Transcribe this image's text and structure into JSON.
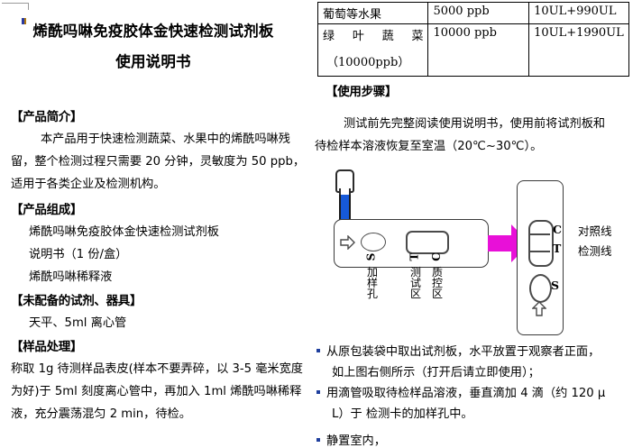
{
  "document": {
    "title_line1": "烯酰吗啉免疫胶体金快速检测试剂板",
    "title_line2": "使用说明书"
  },
  "left_column": {
    "sections": [
      {
        "heading": "【产品简介】"
      },
      {
        "heading": "【产品组成】"
      },
      {
        "heading": "【未配备的试剂、器具】"
      },
      {
        "heading": "【样品处理】"
      }
    ],
    "intro_lines": [
      "本产品用于快速检测蔬菜、水果中的烯酰吗啉残",
      "留，整个检测过程只需要 20 分钟，灵敏度为 50 ppb，",
      "适用于各类企业及检测机构。"
    ],
    "composition_items": [
      "烯酰吗啉免疫胶体金快速检测试剂板",
      "说明书（1 份/盒）",
      "烯酰吗啉稀释液"
    ],
    "unsupplied_items": [
      "天平、5ml 离心管"
    ],
    "sample_prep_lines": [
      "称取 1g 待测样品表皮(样本不要弄碎，以 3-5 毫米宽度",
      "为好)于 5ml 刻度离心管中，再加入 1ml 烯酰吗啉稀释",
      "液，充分震荡混匀 2 min，待检。"
    ]
  },
  "right_column": {
    "table": {
      "rows": [
        {
          "sample": "葡萄等水果",
          "sample_sub": "",
          "limit": "5000 ppb",
          "dilution": "10UL+990UL"
        },
        {
          "sample": "绿叶蔬菜",
          "sample_sub": "（10000ppb）",
          "limit": "10000 ppb",
          "dilution": "10UL+1990UL"
        }
      ]
    },
    "steps_heading": "【使用步骤】",
    "steps_intro": [
      "测试前先完整阅读使用说明书，使用前将试剂板和",
      "待检样本溶液恢复至室温（20℃~30℃）。"
    ],
    "bullets": [
      {
        "line1": "从原包装袋中取出试剂板，水平放置于观察者正面，",
        "line2": "如上图右侧所示（打开后请立即使用）；"
      },
      {
        "line1": "用滴管吸取待检样品溶液，垂直滴加 4 滴（约 120 μ",
        "line2": "L）于 检测卡的加样孔中。"
      },
      {
        "line1": "静置室内，",
        "line2": ""
      }
    ]
  },
  "diagram": {
    "left_strip": {
      "well_letter": "S",
      "test_letter": "T",
      "control_letter": "C",
      "well_label": "加样孔",
      "test_label": "测试区",
      "control_label": "质控区"
    },
    "right_card": {
      "control_letter": "C",
      "test_letter": "T",
      "sample_letter": "S",
      "control_label": "对照线",
      "test_label": "检测线"
    },
    "arrow_color": "#e810d8",
    "fluid_color": "#1659d8"
  }
}
